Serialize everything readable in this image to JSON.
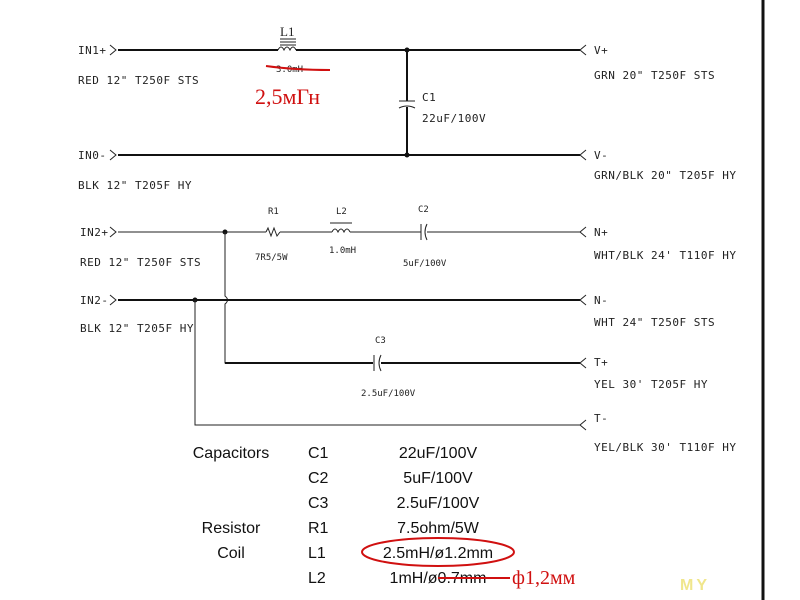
{
  "inputs": {
    "in1_plus": {
      "name": "IN1+",
      "wire": "RED 12\" T250F STS"
    },
    "in1_minus": {
      "name": "IN0-",
      "wire": "BLK 12\" T205F HY"
    },
    "in2_plus": {
      "name": "IN2+",
      "wire": "RED 12\" T250F STS"
    },
    "in2_minus": {
      "name": "IN2-",
      "wire": "BLK 12\" T205F HY"
    }
  },
  "outputs": {
    "v_plus": {
      "name": "V+",
      "wire": "GRN 20\" T250F STS"
    },
    "v_minus": {
      "name": "V-",
      "wire": "GRN/BLK 20\" T205F HY"
    },
    "n_plus": {
      "name": "N+",
      "wire": "WHT/BLK 24' T110F HY"
    },
    "n_minus": {
      "name": "N-",
      "wire": "WHT 24\" T250F STS"
    },
    "t_plus": {
      "name": "T+",
      "wire": "YEL 30' T205F HY"
    },
    "t_minus": {
      "name": "T-",
      "wire": "YEL/BLK 30' T110F HY"
    }
  },
  "components": {
    "L1": {
      "ref": "L1",
      "value": "3.0mH",
      "correction": "2,5мГн"
    },
    "C1": {
      "ref": "C1",
      "value": "22uF/100V"
    },
    "R1": {
      "ref": "R1",
      "value": "7R5/5W"
    },
    "L2": {
      "ref": "L2",
      "value": "1.0mH"
    },
    "C2": {
      "ref": "C2",
      "value": "5uF/100V"
    },
    "C3": {
      "ref": "C3",
      "value": "2.5uF/100V"
    }
  },
  "bom": [
    {
      "category": "Capacitors",
      "ref": "C1",
      "value": "22uF/100V"
    },
    {
      "category": "",
      "ref": "C2",
      "value": "5uF/100V"
    },
    {
      "category": "",
      "ref": "C3",
      "value": "2.5uF/100V"
    },
    {
      "category": "Resistor",
      "ref": "R1",
      "value": "7.5ohm/5W"
    },
    {
      "category": "Coil",
      "ref": "L1",
      "value": "2.5mH/ø1.2mm"
    },
    {
      "category": "",
      "ref": "L2",
      "value": "1mH/ø0.7mm"
    }
  ],
  "annotations": {
    "l2_correction": "ф1,2мм",
    "watermark": "MY"
  },
  "colors": {
    "annotation": "#d01010",
    "ink": "#111111"
  }
}
